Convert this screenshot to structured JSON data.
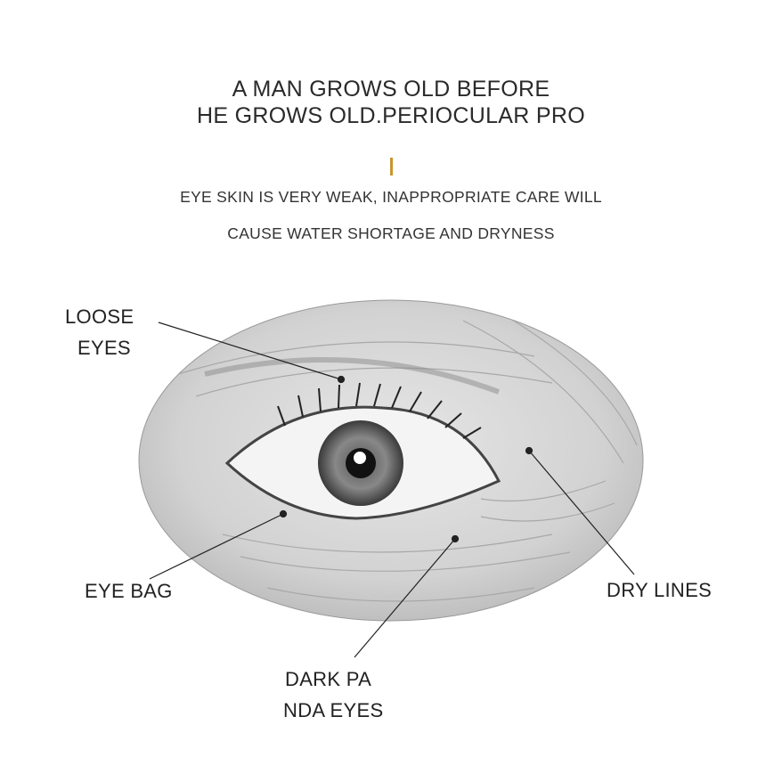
{
  "headline": [
    "A MAN GROWS OLD BEFORE",
    "HE GROWS OLD.PERIOCULAR PRO"
  ],
  "subtext": [
    "EYE SKIN IS VERY WEAK, INAPPROPRIATE CARE WILL",
    "CAUSE WATER SHORTAGE AND DRYNESS"
  ],
  "accent_color": "#c8962e",
  "labels": {
    "loose_eyes": [
      "LOOSE",
      "EYES"
    ],
    "eye_bag": "EYE BAG",
    "dark_panda_eyes": [
      "DARK PA",
      "NDA EYES"
    ],
    "dry_lines": "DRY LINES"
  }
}
